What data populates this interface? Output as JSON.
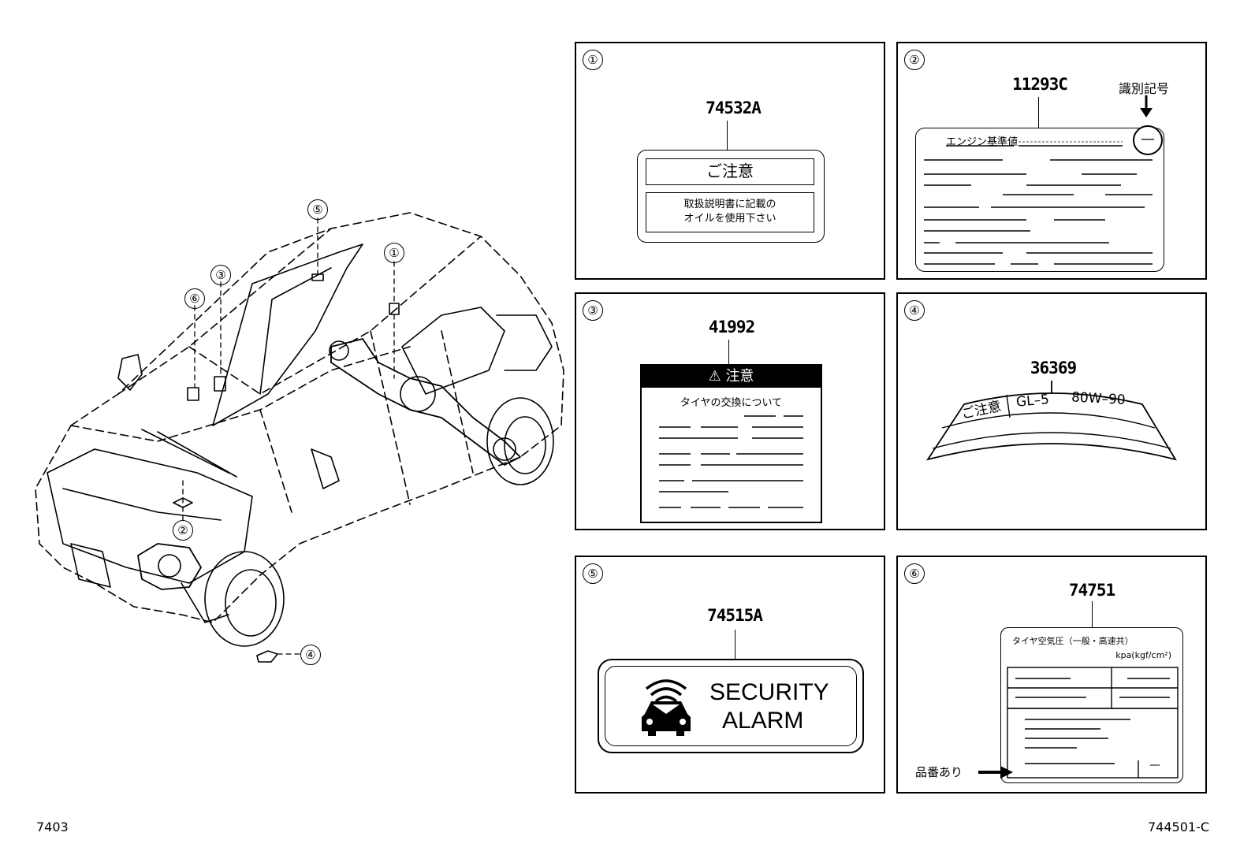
{
  "callouts": [
    "①",
    "②",
    "③",
    "④",
    "⑤",
    "⑥"
  ],
  "panels": {
    "p1": {
      "num": "①",
      "code": "74532A",
      "title": "ご注意",
      "line1": "取扱説明書に記載の",
      "line2": "オイルを使用下さい"
    },
    "p2": {
      "num": "②",
      "code": "11293C",
      "marker_label": "識別記号",
      "heading": "エンジン基準値",
      "mark": "—"
    },
    "p3": {
      "num": "③",
      "code": "41992",
      "banner": "⚠ 注意",
      "subtitle": "タイヤの交換について"
    },
    "p4": {
      "num": "④",
      "code": "36369",
      "caution": "ご注意",
      "spec1": "GL–5",
      "spec2": "80W–90"
    },
    "p5": {
      "num": "⑤",
      "code": "74515A",
      "line1": "SECURITY",
      "line2": "ALARM"
    },
    "p6": {
      "num": "⑥",
      "code": "74751",
      "title": "タイヤ空気圧（一般・高速共）",
      "unit": "kpa(kgf/cm²)",
      "pointer_label": "品番あり",
      "mark": "—"
    }
  },
  "footer": {
    "left": "7403",
    "right": "744501-C"
  }
}
